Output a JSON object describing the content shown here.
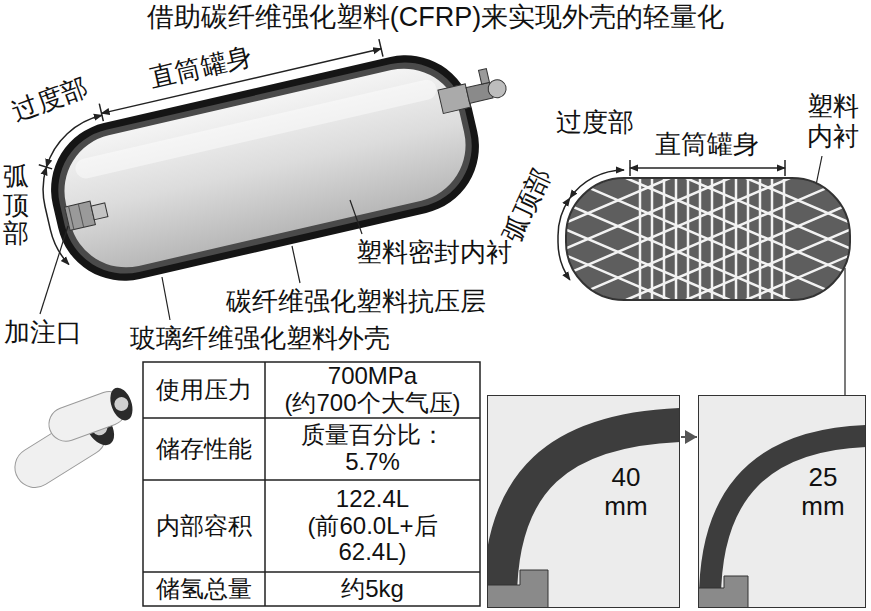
{
  "diagram": {
    "title": "借助碳纤维强化塑料(CFRP)来实现外壳的轻量化",
    "nodes": [
      {
        "text": [
          "40 mm"
        ]
      },
      {
        "text": [
          "25 mm"
        ]
      }
    ],
    "edges": [
      {
        "from": 0,
        "to": 1,
        "arrow": "to"
      }
    ],
    "labels": [
      "过度部",
      "直筒罐身",
      "弧顶部",
      "加注口",
      "塑料密封内衬",
      "碳纤维强化塑料抗压层",
      "玻璃纤维强化塑料外壳",
      "过度部",
      "直筒罐身",
      "弧顶部",
      "塑料内衬",
      "使用压力",
      "700MPa (约700个大气压)",
      "储存性能",
      "质量百分比： 5.7%",
      "内部容积",
      "122.4L (前60.0L+后 62.4L)",
      "储氢总量",
      "约5kg"
    ]
  }
}
